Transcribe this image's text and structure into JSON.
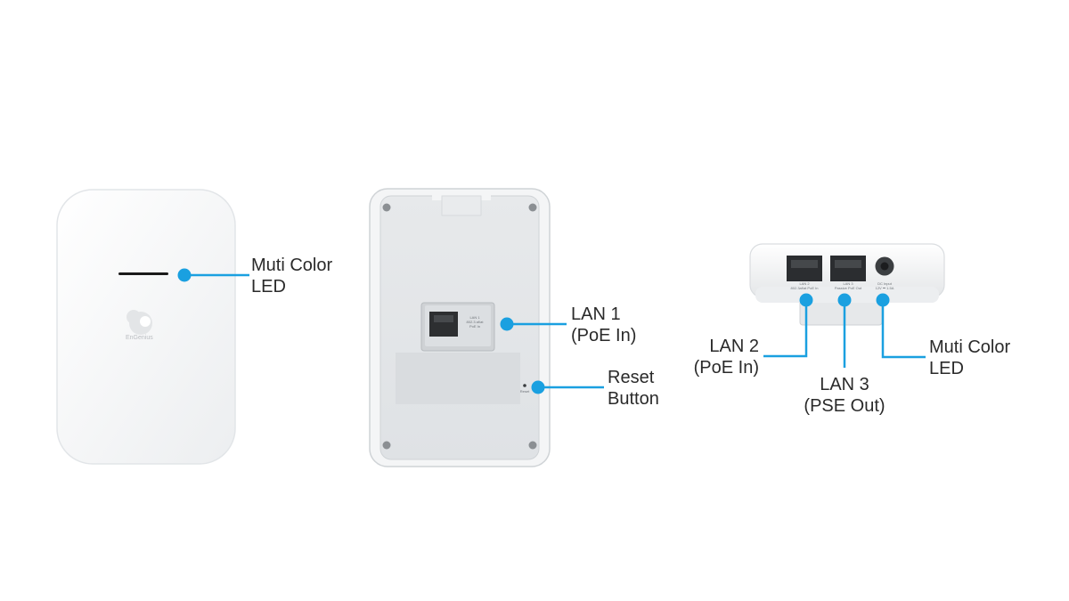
{
  "accent_color": "#1aa0e0",
  "device_front": {
    "brand": "EnGenius"
  },
  "device_back": {
    "port_label": [
      "LAN 1",
      "802.3 af/at",
      "PoE In"
    ],
    "reset_label": "Reset"
  },
  "device_side": {
    "port_labels": [
      [
        "LAN 2",
        "802.3af/at PoE In"
      ],
      [
        "LAN 3",
        "Passive PoE Out"
      ],
      [
        "DC Input",
        "12V ⎓ 1.5A"
      ]
    ]
  },
  "callouts": {
    "front_led": [
      "Muti Color",
      "LED"
    ],
    "lan1": [
      "LAN 1",
      "(PoE In)"
    ],
    "reset": [
      "Reset",
      "Button"
    ],
    "lan2": [
      "LAN 2",
      "(PoE In)"
    ],
    "lan3": [
      "LAN 3",
      "(PSE Out)"
    ],
    "side_led": [
      "Muti Color",
      "LED"
    ]
  }
}
